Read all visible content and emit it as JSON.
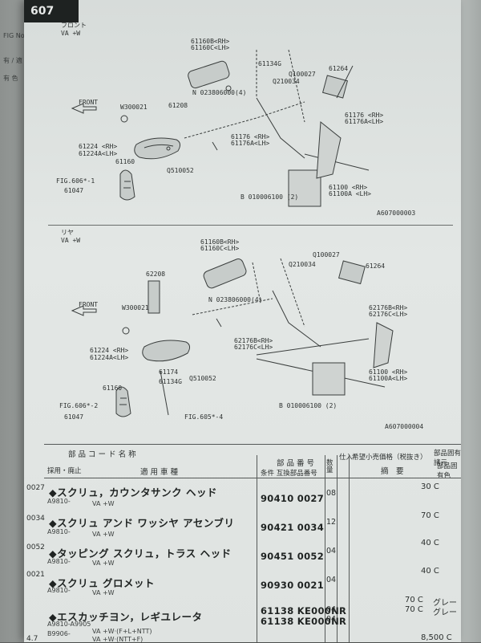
{
  "page_tab": "607",
  "left_page": {
    "labels": [
      "FIG No.",
      "有 / 適",
      "有 色"
    ]
  },
  "figures": [
    {
      "direction": "フロント",
      "models": "VA +W",
      "front_label": "FRONT",
      "id": "A607000003",
      "parts": [
        "61160B<RH>",
        "61160C<LH>",
        "61134G",
        "Q100027",
        "61264",
        "Q210034",
        "N 023806000(4)",
        "61208",
        "W300021",
        "61224 <RH>",
        "61224A<LH>",
        "61160",
        "Q510052",
        "FIG.606*-1",
        "61047",
        "61176 <RH>",
        "61176A<LH>",
        "61176 <RH>",
        "61176A<LH>",
        "61100 <RH>",
        "61100A <LH>",
        "B 010006100 (2)"
      ]
    },
    {
      "direction": "リヤ",
      "models": "VA +W",
      "front_label": "FRONT",
      "id": "A607000004",
      "parts": [
        "61160B<RH>",
        "61160C<LH>",
        "Q100027",
        "Q210034",
        "61264",
        "62208",
        "N 023806000(4)",
        "W300021",
        "61224 <RH>",
        "61224A<LH>",
        "61174",
        "61134G",
        "Q510052",
        "61160",
        "FIG.606*-2",
        "61047",
        "FIG.605*-4",
        "62176B<RH>",
        "62176C<LH>",
        "62176B<RH>",
        "62176C<LH>",
        "61100 <RH>",
        "61100A<LH>",
        "B 010006100 (2)"
      ]
    }
  ],
  "table": {
    "headers": {
      "parts_code_name": "部 品 コ ー ド 名 称",
      "left_sub": "採用・廃止",
      "applicable": "適 用 車 種",
      "part_no": "部 品 番 号",
      "part_no_sub": "条件 互換部品番号",
      "qty": "数量",
      "buy": "仕入",
      "price": "希望小売価格（税抜き）",
      "summary": "摘　要",
      "color_header1": "部品固有諸元",
      "color_header2": "部品固有色"
    },
    "rows": [
      {
        "left": "0027",
        "name": "◆スクリュ，カウンタサンク ヘッド",
        "period": "A9810-",
        "applicable": "VA +W",
        "part_no": "90410 0027",
        "qty": "08",
        "price": "30 C",
        "color": ""
      },
      {
        "left": "0034",
        "name": "◆スクリュ アンド ワッシヤ アセンブリ",
        "period": "A9810-",
        "applicable": "VA +W",
        "part_no": "90421 0034",
        "qty": "12",
        "price": "70 C",
        "color": ""
      },
      {
        "left": "0052",
        "name": "◆タッピング スクリュ，トラス ヘッド",
        "period": "A9810-",
        "applicable": "VA +W",
        "part_no": "90451 0052",
        "qty": "04",
        "price": "40 C",
        "color": ""
      },
      {
        "left": "0021",
        "name": "◆スクリュ グロメット",
        "period": "A9810-",
        "applicable": "VA +W",
        "part_no": "90930 0021",
        "qty": "04",
        "price": "40 C",
        "color": ""
      },
      {
        "left": "",
        "name": "◆エスカッチヨン，レギユレータ",
        "period": "A9810-A9905",
        "applicable": "VA +W·(F+L+NTT)",
        "part_no": "61138 KE000NR",
        "qty": "04",
        "price": "70 C",
        "color": "グレー"
      },
      {
        "left": "",
        "name": "",
        "period": "B9906-",
        "applicable": "VA +W·(NTT+F)",
        "part_no": "61138 KE000NR",
        "qty": "04",
        "price": "70 C",
        "color": "グレー"
      }
    ],
    "extra_price": "8,500 C",
    "left_mark": "4.7"
  }
}
